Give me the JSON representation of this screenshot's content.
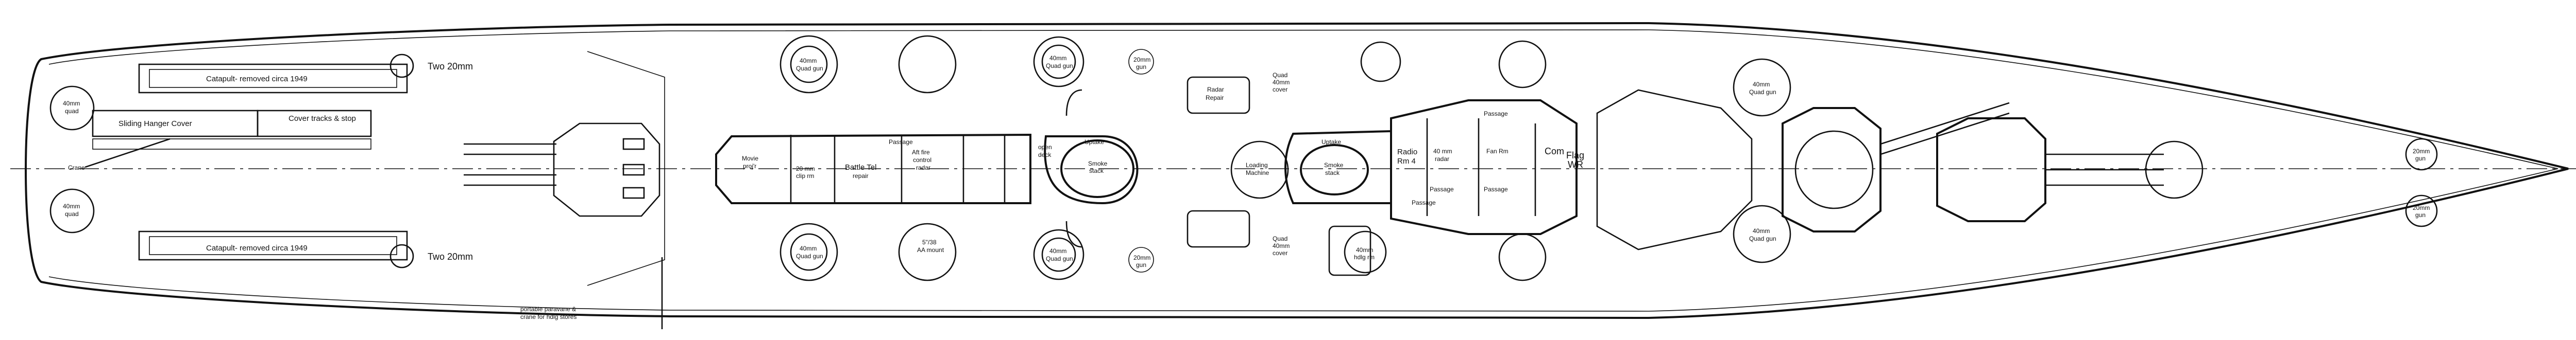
{
  "labels": {
    "two_20mm_port": "Two 20mm",
    "two_20mm_stbd": "Two 20mm",
    "catapult_port": "Catapult- removed circa 1949",
    "catapult_stbd": "Catapult- removed circa 1949",
    "sliding_hangar_cover": "Sliding Hanger Cover",
    "cover_tracks": "Cover tracks & stop",
    "crane": "Crane",
    "g40mm_stern_port_a": "40mm",
    "g40mm_stern_port_b": "quad",
    "g40mm_stern_stbd_a": "40mm",
    "g40mm_stern_stbd_b": "quad",
    "quad_40_port_aft_a": "40mm",
    "quad_40_port_aft_b": "Quad gun",
    "quad_40_stbd_aft_a": "40mm",
    "quad_40_stbd_aft_b": "Quad gun",
    "quad_40_port_mid_a": "40mm",
    "quad_40_port_mid_b": "Quad gun",
    "quad_40_stbd_mid_a": "40mm",
    "quad_40_stbd_mid_b": "Quad gun",
    "g20_port_mid_a": "20mm",
    "g20_port_mid_b": "gun",
    "g20_stbd_mid_a": "20mm",
    "g20_stbd_mid_b": "gun",
    "movie_proj_a": "Movie",
    "movie_proj_b": "proj'r",
    "clip_rm_a": "20 mm",
    "clip_rm_b": "clip rm",
    "battle_tel_a": "Battle Tel",
    "battle_tel_b": "repair",
    "aft_fire_control_a": "Aft fire",
    "aft_fire_control_b": "control",
    "aft_fire_control_c": "radar",
    "passage_upper": "Passage",
    "open_deck_a": "open",
    "open_deck_b": "deck",
    "uptake_aft": "Uptake",
    "smoke_stack_aft_a": "Smoke",
    "smoke_stack_aft_b": "stack",
    "sick_bay_a": "5\"/38",
    "sick_bay_b": "AA mount",
    "radar_repair_a": "Radar",
    "radar_repair_b": "Repair",
    "quad_40_cover_a": "Quad",
    "quad_40_cover_b": "40mm",
    "quad_40_cover_c": "cover",
    "loading_machine_a": "Loading",
    "loading_machine_b": "Machine",
    "quad_40_cover2_a": "Quad",
    "quad_40_cover2_b": "40mm",
    "quad_40_cover2_c": "cover",
    "uptake_fwd": "Uptake",
    "smoke_stack_fwd_a": "Smoke",
    "smoke_stack_fwd_b": "stack",
    "radio_rm_a": "Radio",
    "radio_rm_b": "Rm 4",
    "radar_40_a": "40 mm",
    "radar_40_b": "radar",
    "fan_rm": "Fan Rm",
    "com": "Com",
    "flag_wr_a": "Flag",
    "flag_wr_b": "WR",
    "passage_fwd_upper": "Passage",
    "passage_fwd_lower": "Passage",
    "passage_fwd_lower2": "Passage",
    "passage_lower_left": "Passage",
    "hdlg_rm_a": "40mm",
    "hdlg_rm_b": "hdlg rm",
    "quad_40_fwd_port_a": "40mm",
    "quad_40_fwd_port_b": "Quad gun",
    "quad_40_fwd_stbd_a": "40mm",
    "quad_40_fwd_stbd_b": "Quad gun",
    "g20_bow_port_a": "20mm",
    "g20_bow_port_b": "gun",
    "g20_bow_stbd_a": "20mm",
    "g20_bow_stbd_b": "gun",
    "paravane_a": "portable paravane &",
    "paravane_b": "crane for hdlg stores"
  }
}
